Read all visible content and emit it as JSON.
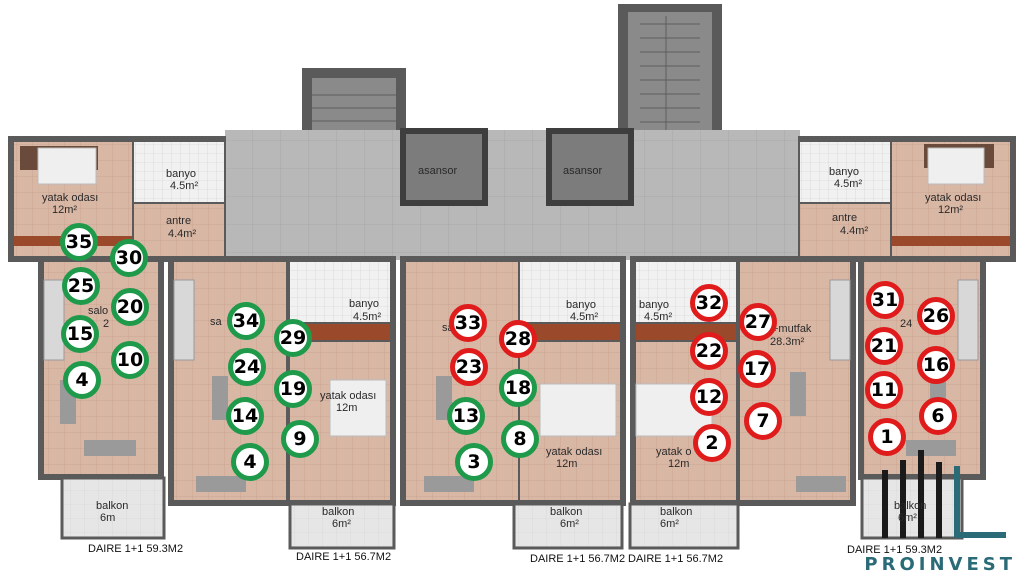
{
  "rooms": [
    {
      "id": "yatak-odasi-left",
      "name": "yatak odası",
      "area": "12m²"
    },
    {
      "id": "banyo-left",
      "name": "banyo",
      "area": "4.5m²"
    },
    {
      "id": "antre-left",
      "name": "antre",
      "area": "4.4m²"
    },
    {
      "id": "asansor-1",
      "name": "asansor",
      "area": ""
    },
    {
      "id": "asansor-2",
      "name": "asansor",
      "area": ""
    },
    {
      "id": "banyo-right",
      "name": "banyo",
      "area": "4.5m²"
    },
    {
      "id": "yatak-odasi-right",
      "name": "yatak odası",
      "area": "12m²"
    },
    {
      "id": "antre-right",
      "name": "antre",
      "area": "4.4m²"
    },
    {
      "id": "banyo-unit2",
      "name": "banyo",
      "area": "4.5m²"
    },
    {
      "id": "yatak-odasi-unit2",
      "name": "yatak odası",
      "area": "12m"
    },
    {
      "id": "banyo-unit3",
      "name": "banyo",
      "area": "4.5m²"
    },
    {
      "id": "yatak-odasi-unit3",
      "name": "yatak odası",
      "area": "12m"
    },
    {
      "id": "banyo-unit4",
      "name": "banyo",
      "area": "4.5m²"
    },
    {
      "id": "yatak-odasi-unit4",
      "name": "yatak o",
      "area": "12m"
    },
    {
      "id": "salon-mutfak-unit4",
      "name": "+mutfak",
      "area": "28.3m²"
    },
    {
      "id": "salon-unit1",
      "name": "salo",
      "area": "2"
    },
    {
      "id": "salon-unit2",
      "name": "sa",
      "area": ""
    },
    {
      "id": "salon-unit3",
      "name": "sa",
      "area": ""
    },
    {
      "id": "salon-unit5",
      "name": "",
      "area": "24"
    },
    {
      "id": "balkon-1",
      "name": "balkon",
      "area": "6m"
    },
    {
      "id": "balkon-2",
      "name": "balkon",
      "area": "6m²"
    },
    {
      "id": "balkon-3",
      "name": "balkon",
      "area": "6m²"
    },
    {
      "id": "balkon-4",
      "name": "balkon",
      "area": "6m²"
    },
    {
      "id": "balkon-5",
      "name": "balkon",
      "area": "6m²"
    }
  ],
  "units": [
    {
      "label": "DAIRE 1+1 59.3M2"
    },
    {
      "label": "DAIRE 1+1 56.7M2"
    },
    {
      "label": "DAIRE 1+1 56.7M2"
    },
    {
      "label": "DAIRE 1+1 56.7M2"
    },
    {
      "label": "DAIRE 1+1 59.3M2"
    }
  ],
  "status_colors": {
    "available": "#1e9a4a",
    "sold": "#e01b1b"
  },
  "markers": [
    {
      "number": "35",
      "status": "available"
    },
    {
      "number": "30",
      "status": "available"
    },
    {
      "number": "25",
      "status": "available"
    },
    {
      "number": "20",
      "status": "available"
    },
    {
      "number": "15",
      "status": "available"
    },
    {
      "number": "10",
      "status": "available"
    },
    {
      "number": "4",
      "status": "available"
    },
    {
      "number": "34",
      "status": "available"
    },
    {
      "number": "29",
      "status": "available"
    },
    {
      "number": "24",
      "status": "available"
    },
    {
      "number": "19",
      "status": "available"
    },
    {
      "number": "14",
      "status": "available"
    },
    {
      "number": "9",
      "status": "available"
    },
    {
      "number": "4",
      "status": "available"
    },
    {
      "number": "33",
      "status": "sold"
    },
    {
      "number": "28",
      "status": "sold"
    },
    {
      "number": "23",
      "status": "sold"
    },
    {
      "number": "18",
      "status": "available"
    },
    {
      "number": "13",
      "status": "available"
    },
    {
      "number": "8",
      "status": "available"
    },
    {
      "number": "3",
      "status": "available"
    },
    {
      "number": "32",
      "status": "sold"
    },
    {
      "number": "27",
      "status": "sold"
    },
    {
      "number": "22",
      "status": "sold"
    },
    {
      "number": "17",
      "status": "sold"
    },
    {
      "number": "12",
      "status": "sold"
    },
    {
      "number": "7",
      "status": "sold"
    },
    {
      "number": "2",
      "status": "sold"
    },
    {
      "number": "31",
      "status": "sold"
    },
    {
      "number": "26",
      "status": "sold"
    },
    {
      "number": "21",
      "status": "sold"
    },
    {
      "number": "16",
      "status": "sold"
    },
    {
      "number": "11",
      "status": "sold"
    },
    {
      "number": "6",
      "status": "sold"
    },
    {
      "number": "1",
      "status": "sold"
    }
  ],
  "brand": {
    "name": "PROINVEST",
    "color": "#2a6b77"
  }
}
